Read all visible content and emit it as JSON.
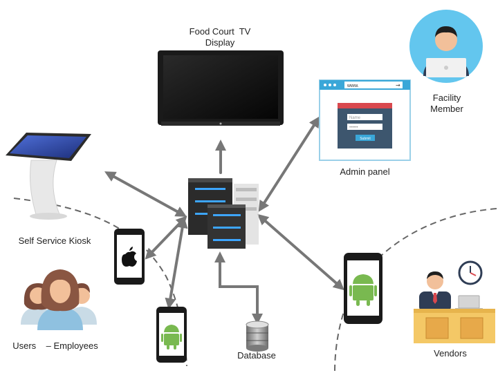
{
  "labels": {
    "tv": "Food Court  TV\nDisplay",
    "admin": "Admin panel",
    "facility": "Facility\nMember",
    "kiosk": "Self Service Kiosk",
    "users": "Users    – Employees",
    "database": "Database",
    "vendors": "Vendors"
  },
  "admin_panel": {
    "url": "www.",
    "name_placeholder": "Name",
    "password_placeholder": "••••••",
    "submit_label": "Submit"
  },
  "icons": {
    "tv": "tv-icon",
    "server": "server-icon",
    "kiosk": "kiosk-icon",
    "iphone": "apple-phone-icon",
    "android_left": "android-phone-icon",
    "android_right": "android-phone-icon",
    "database": "database-icon",
    "facility_member": "person-laptop-icon",
    "users": "users-group-icon",
    "vendor": "vendor-desk-icon",
    "clock": "clock-icon"
  },
  "colors": {
    "arrow": "#777777",
    "dashed": "#666666",
    "circle_bg": "#63c6ee",
    "android_green": "#79b950",
    "server_glow": "#3da6ff",
    "desk": "#f4c866",
    "panel_blue": "#3aa7d8",
    "panel_red": "#d9484e",
    "form_bg": "#3d566e"
  }
}
